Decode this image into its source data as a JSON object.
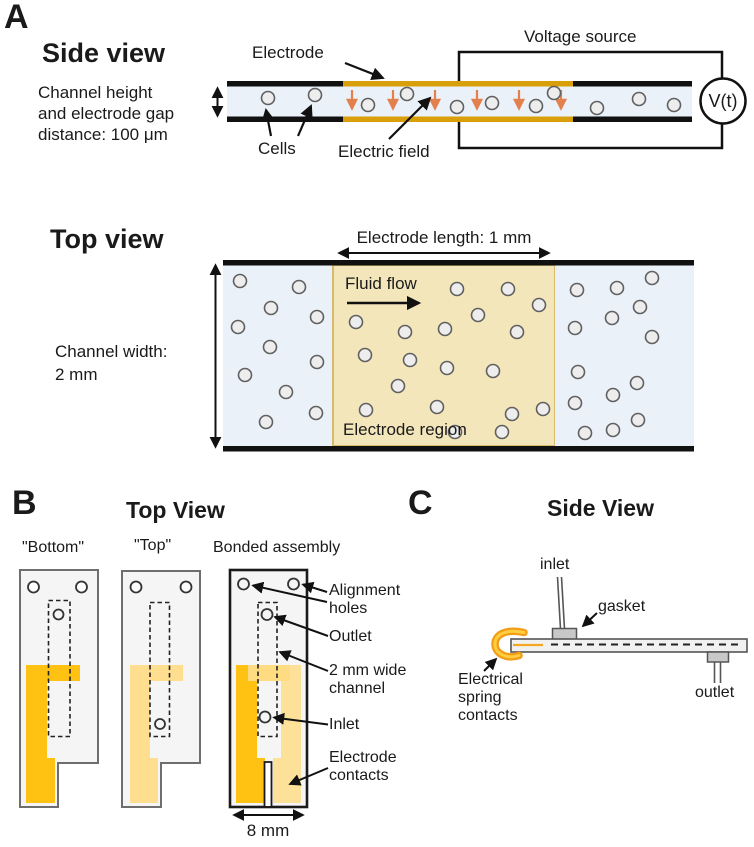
{
  "figure": {
    "panelA": {
      "label": "A",
      "side": {
        "heading": "Side view",
        "dim_lines": [
          "Channel height",
          "and electrode gap",
          "distance: 100 μm"
        ],
        "electrode_label": "Electrode",
        "voltage_source_label": "Voltage source",
        "cells_label": "Cells",
        "field_label": "Electric field",
        "source_symbol": "V(t)",
        "cells": [
          [
            268,
            98
          ],
          [
            315,
            95
          ],
          [
            368,
            105
          ],
          [
            407,
            94
          ],
          [
            457,
            107
          ],
          [
            492,
            103
          ],
          [
            536,
            106
          ],
          [
            554,
            93
          ],
          [
            597,
            108
          ],
          [
            639,
            99
          ],
          [
            674,
            105
          ]
        ],
        "field_arrows_x": [
          352,
          393,
          435,
          477,
          519,
          561
        ]
      },
      "top": {
        "heading": "Top view",
        "width_lines": [
          "Channel width:",
          "2 mm"
        ],
        "length_label": "Electrode length: 1 mm",
        "flow_label": "Fluid flow",
        "region_label": "Electrode region",
        "cells": [
          [
            240,
            281
          ],
          [
            299,
            287
          ],
          [
            271,
            308
          ],
          [
            317,
            317
          ],
          [
            238,
            327
          ],
          [
            270,
            347
          ],
          [
            317,
            362
          ],
          [
            245,
            375
          ],
          [
            286,
            392
          ],
          [
            316,
            413
          ],
          [
            266,
            422
          ],
          [
            457,
            289
          ],
          [
            508,
            289
          ],
          [
            539,
            305
          ],
          [
            356,
            322
          ],
          [
            405,
            332
          ],
          [
            445,
            329
          ],
          [
            478,
            315
          ],
          [
            517,
            332
          ],
          [
            365,
            355
          ],
          [
            410,
            360
          ],
          [
            447,
            368
          ],
          [
            398,
            386
          ],
          [
            366,
            410
          ],
          [
            437,
            407
          ],
          [
            493,
            371
          ],
          [
            512,
            414
          ],
          [
            543,
            409
          ],
          [
            455,
            432
          ],
          [
            502,
            432
          ],
          [
            577,
            290
          ],
          [
            617,
            288
          ],
          [
            652,
            278
          ],
          [
            640,
            307
          ],
          [
            575,
            328
          ],
          [
            612,
            318
          ],
          [
            652,
            337
          ],
          [
            578,
            372
          ],
          [
            637,
            383
          ],
          [
            613,
            395
          ],
          [
            575,
            403
          ],
          [
            638,
            420
          ],
          [
            585,
            433
          ],
          [
            613,
            430
          ]
        ]
      }
    },
    "panelB": {
      "label": "B",
      "heading": "Top View",
      "captions": [
        "\"Bottom\"",
        "\"Top\"",
        "Bonded assembly"
      ],
      "annotations": [
        [
          "Alignment",
          "holes"
        ],
        [
          "Outlet"
        ],
        [
          "2 mm wide",
          "channel"
        ],
        [
          "Inlet"
        ],
        [
          "Electrode",
          "contacts"
        ]
      ],
      "dim_label": "8 mm"
    },
    "panelC": {
      "label": "C",
      "heading": "Side View",
      "inlet_label": "inlet",
      "gasket_label": "gasket",
      "outlet_label": "outlet",
      "spring_lines": [
        "Electrical",
        "spring",
        "contacts"
      ]
    },
    "colors": {
      "channel_wall": "#111111",
      "electrode_bar": "#D99F0B",
      "electrode_dark": "#FFC112",
      "electrode_light": "#FFDF8F",
      "field_arrow": "#E2814E",
      "fluid_fill": "#EBF1F9",
      "electrode_region_fill": "#F4E6BB",
      "chip_fill": "#F5F5F5",
      "metal_gray": "#C8C8C8",
      "spring_orange": "#F29C18",
      "spring_inner": "#FFCE3F"
    }
  }
}
